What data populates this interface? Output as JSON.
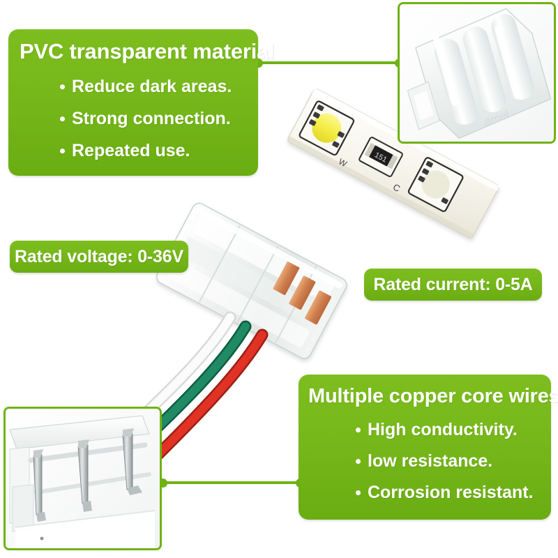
{
  "page": {
    "title": "LED strip connector product features infographic",
    "background_color": "#ffffff",
    "accent_green": "#76b81a",
    "line_green": "#6fb313"
  },
  "callouts": {
    "pvc": {
      "title": "PVC transparent material",
      "bullets": [
        "Reduce dark areas.",
        "Strong connection.",
        "Repeated use."
      ]
    },
    "wires": {
      "title": "Multiple copper core wires",
      "bullets": [
        "High conductivity.",
        "low resistance.",
        "Corrosion resistant."
      ]
    }
  },
  "specs": {
    "voltage": "Rated voltage: 0-36V",
    "current": "Rated current: 0-5A"
  },
  "photos": {
    "cap": {
      "name": "transparent-connector-cap-closeup",
      "description": "Close-up of clear PVC connector cap with three ribbed channels"
    },
    "pins": {
      "name": "metal-contact-pins-closeup",
      "description": "Close-up of metal contact pins inside the white connector housing"
    },
    "main": {
      "name": "led-strip-connector-with-wires",
      "description": "LED strip board joined to a transparent solderless connector with three lead wires",
      "wire_colors": [
        "#f2f2f2",
        "#1f8a64",
        "#e03225"
      ],
      "led_color": "#f5ee4a",
      "pcb_color": "#f6f4ea",
      "copper_color": "#d98a5a"
    }
  },
  "leaders": [
    {
      "name": "leader-pvc-to-cap",
      "from": "pvc-box",
      "to": "cap-photo"
    },
    {
      "name": "leader-pins-to-wires",
      "from": "pins-photo",
      "to": "wires-box"
    }
  ]
}
